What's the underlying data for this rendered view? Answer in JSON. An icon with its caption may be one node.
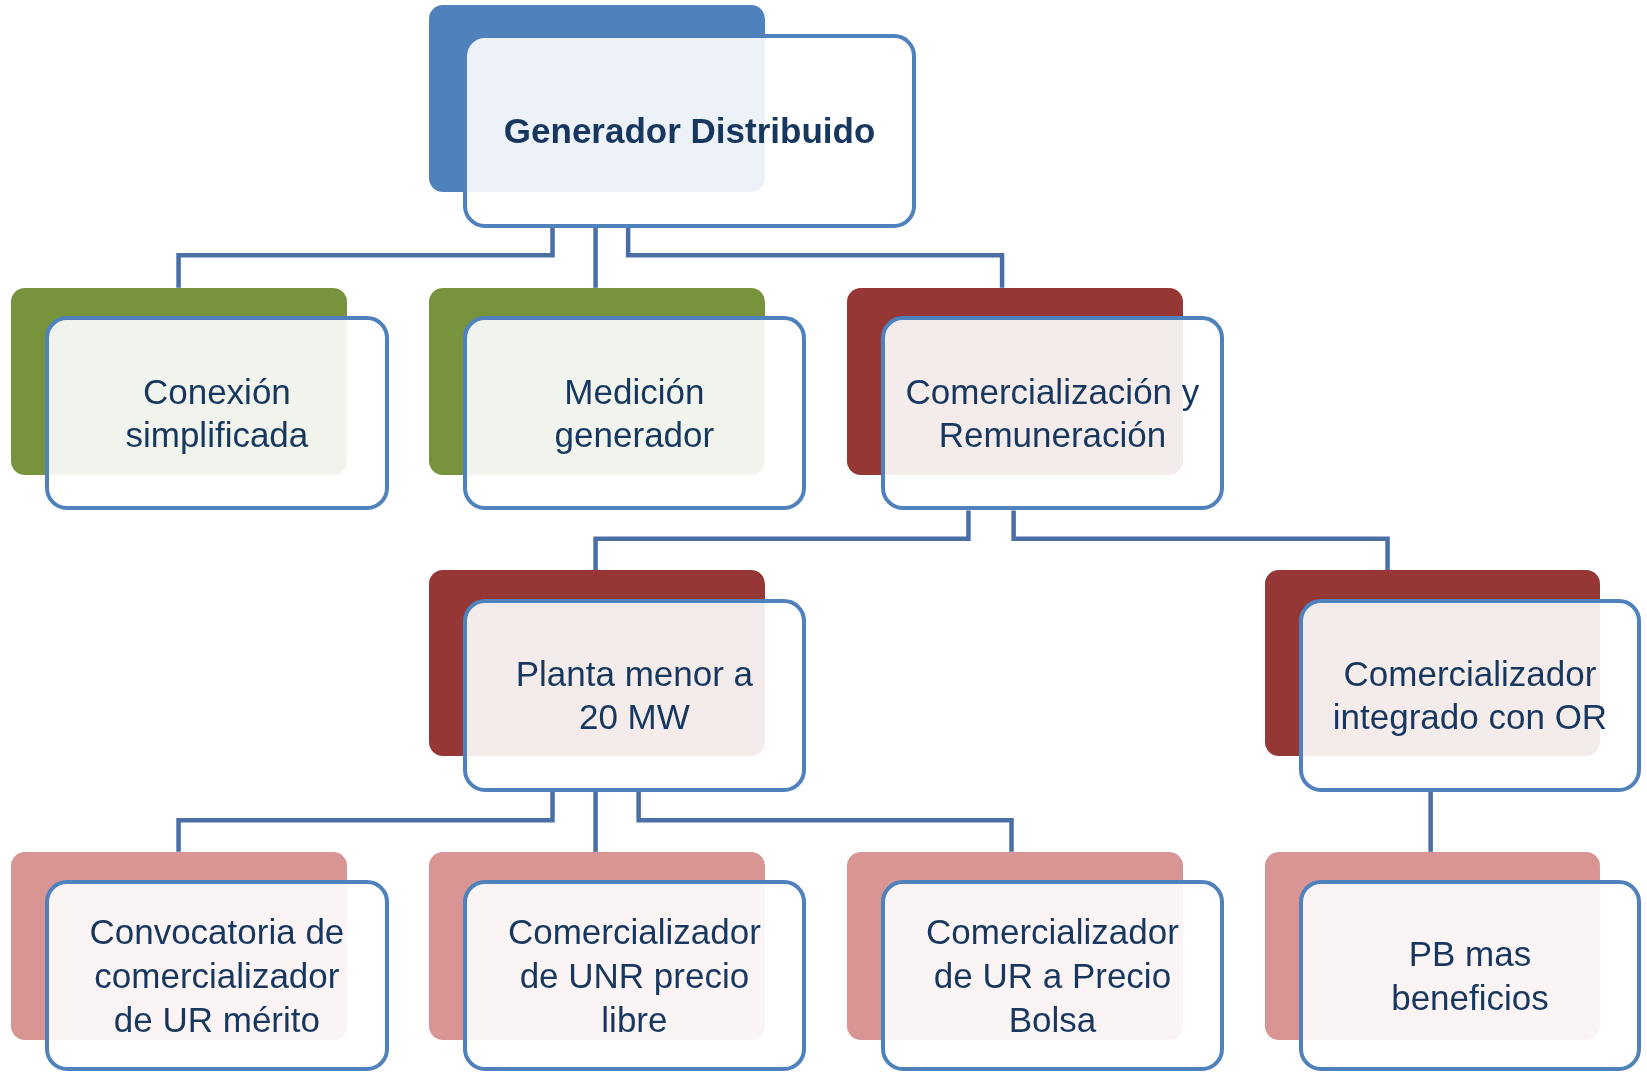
{
  "diagram": {
    "nodes": [
      {
        "text": [
          "Generador Distribuido"
        ]
      },
      {
        "text": [
          "Conexión simplificada"
        ]
      },
      {
        "text": [
          "Medición generador"
        ]
      },
      {
        "text": [
          "Comercialización y Remuneración"
        ]
      },
      {
        "text": [
          "Planta menor a 20 MW"
        ]
      },
      {
        "text": [
          "Comercializador integrado con OR"
        ]
      },
      {
        "text": [
          "Convocatoria de comercializador de UR mérito"
        ]
      },
      {
        "text": [
          "Comercializador de UNR precio libre"
        ]
      },
      {
        "text": [
          "Comercializador de UR a Precio Bolsa"
        ]
      },
      {
        "text": [
          "PB mas beneficios"
        ]
      }
    ],
    "edges": [
      {
        "from": 0,
        "to": 1,
        "arrow": "none"
      },
      {
        "from": 0,
        "to": 2,
        "arrow": "none"
      },
      {
        "from": 0,
        "to": 3,
        "arrow": "none"
      },
      {
        "from": 3,
        "to": 4,
        "arrow": "none"
      },
      {
        "from": 3,
        "to": 5,
        "arrow": "none"
      },
      {
        "from": 4,
        "to": 6,
        "arrow": "none"
      },
      {
        "from": 4,
        "to": 7,
        "arrow": "none"
      },
      {
        "from": 4,
        "to": 8,
        "arrow": "none"
      },
      {
        "from": 5,
        "to": 9,
        "arrow": "none"
      }
    ]
  }
}
